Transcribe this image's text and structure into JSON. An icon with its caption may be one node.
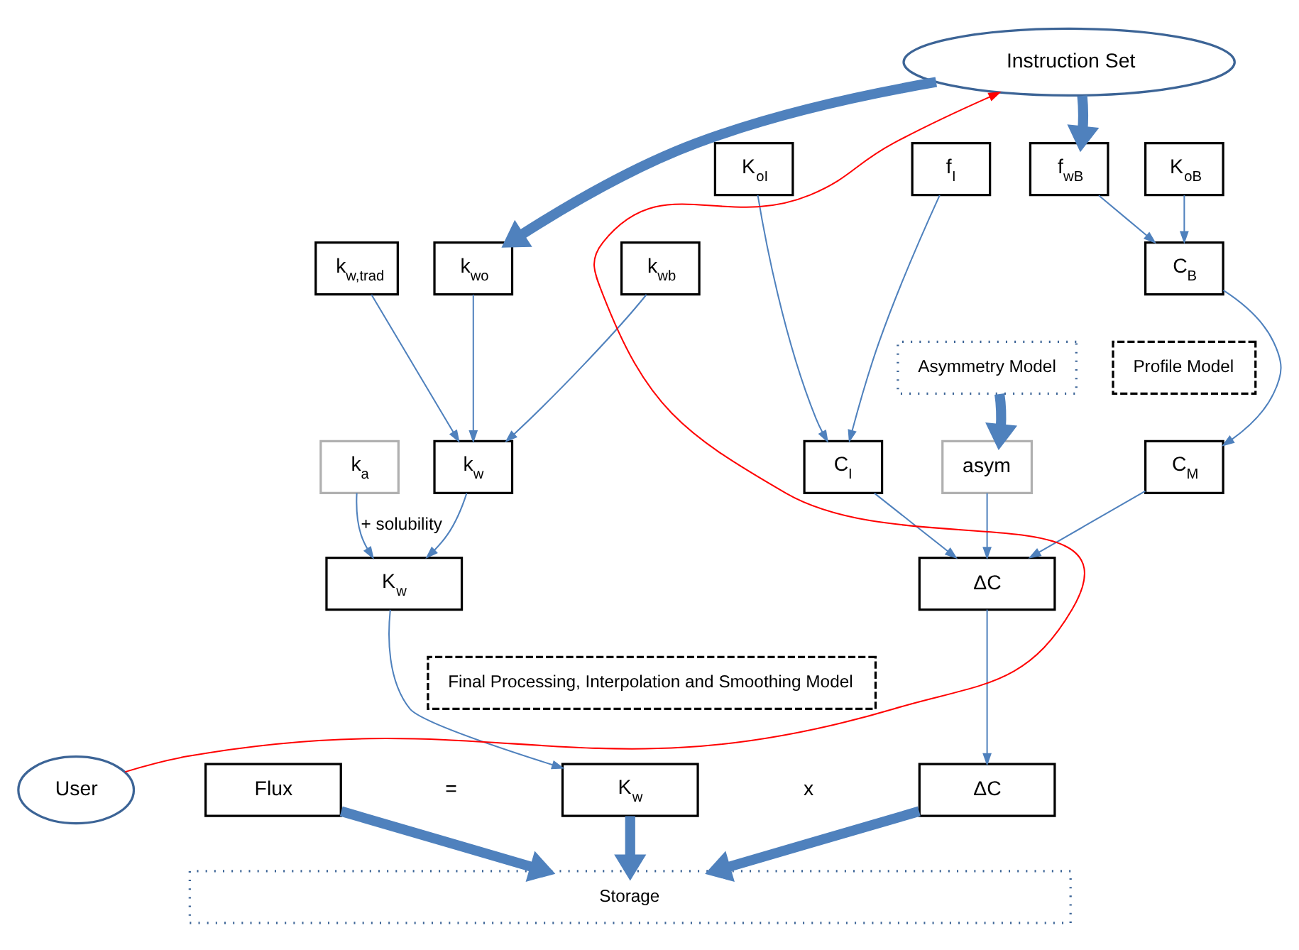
{
  "diagram": {
    "nodes": [
      {
        "text": [
          "Instruction Set"
        ]
      },
      {
        "text": [
          "f$_{wB}$"
        ]
      },
      {
        "text": [
          "K$_{oB}$"
        ]
      },
      {
        "text": [
          "f$_{I}$"
        ]
      },
      {
        "text": [
          "K$_{oI}$"
        ]
      },
      {
        "text": [
          "k$_{wb}$"
        ]
      },
      {
        "text": [
          "k$_{wo}$"
        ]
      },
      {
        "text": [
          "k$_{w,trad}$"
        ]
      },
      {
        "text": [
          "C$_{B}$"
        ]
      },
      {
        "text": [
          "Profile Model"
        ]
      },
      {
        "text": [
          "Asymmetry Model"
        ]
      },
      {
        "text": [
          "k$_{w}$"
        ]
      },
      {
        "text": [
          "k$_{a}$"
        ]
      },
      {
        "text": [
          "C$_{M}$"
        ]
      },
      {
        "text": [
          "C$_{I}$"
        ]
      },
      {
        "text": [
          "asym"
        ]
      },
      {
        "text": [
          "K$_{w}$"
        ]
      },
      {
        "text": [
          "ΔC"
        ]
      },
      {
        "text": [
          "Final Processing, Interpolation and Smoothing Model"
        ]
      },
      {
        "text": [
          "User"
        ]
      },
      {
        "text": [
          "Flux"
        ]
      },
      {
        "text": [
          "K$_{w}$"
        ]
      },
      {
        "text": [
          "ΔC"
        ]
      },
      {
        "text": [
          "Storage"
        ]
      }
    ],
    "edges": [
      {
        "from": 0,
        "to": 6,
        "arrow": "to",
        "style": "thick"
      },
      {
        "from": 0,
        "to": 1,
        "arrow": "to",
        "style": "thick"
      },
      {
        "from": 5,
        "to": 11,
        "arrow": "to"
      },
      {
        "from": 6,
        "to": 11,
        "arrow": "to"
      },
      {
        "from": 7,
        "to": 11,
        "arrow": "to"
      },
      {
        "from": 1,
        "to": 8,
        "arrow": "to"
      },
      {
        "from": 2,
        "to": 8,
        "arrow": "to"
      },
      {
        "from": 8,
        "to": 13,
        "arrow": "to"
      },
      {
        "from": 3,
        "to": 14,
        "arrow": "to"
      },
      {
        "from": 4,
        "to": 14,
        "arrow": "to"
      },
      {
        "from": 10,
        "to": 15,
        "arrow": "to",
        "style": "thick"
      },
      {
        "from": 11,
        "to": 16,
        "arrow": "to"
      },
      {
        "from": 12,
        "to": 16,
        "arrow": "to",
        "label": "+ solubility"
      },
      {
        "from": 13,
        "to": 17,
        "arrow": "to"
      },
      {
        "from": 14,
        "to": 17,
        "arrow": "to"
      },
      {
        "from": 15,
        "to": 17,
        "arrow": "to"
      },
      {
        "from": 16,
        "to": 21,
        "arrow": "to"
      },
      {
        "from": 17,
        "to": 22,
        "arrow": "to"
      },
      {
        "from": 19,
        "to": 0,
        "arrow": "to",
        "color": "#ff0000"
      },
      {
        "from": 20,
        "to": 23,
        "arrow": "to",
        "style": "thick"
      },
      {
        "from": 21,
        "to": 23,
        "arrow": "to",
        "style": "thick"
      },
      {
        "from": 22,
        "to": 23,
        "arrow": "to",
        "style": "thick"
      }
    ],
    "labels": [
      "=",
      "x"
    ]
  }
}
